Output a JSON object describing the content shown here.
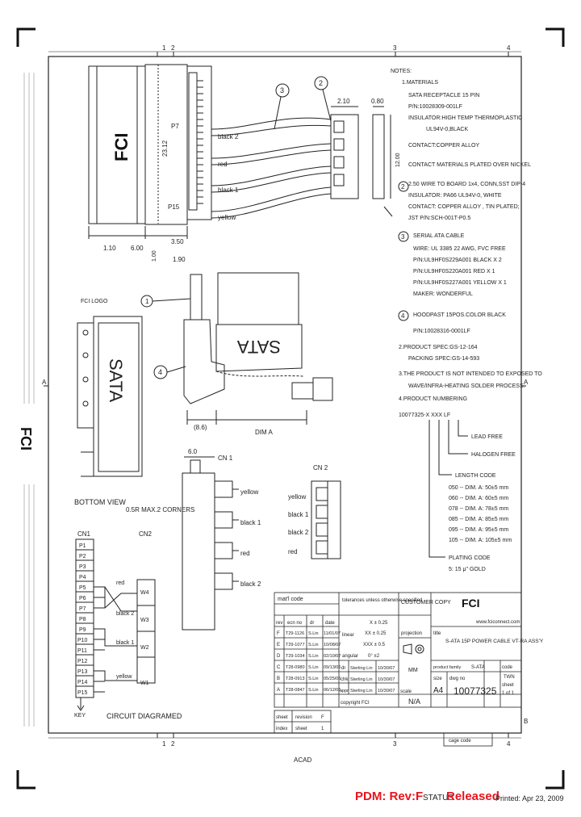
{
  "frame": {
    "cols_top": [
      "1",
      "2",
      "3",
      "4"
    ],
    "cols_bottom": [
      "1",
      "2",
      "3",
      "4"
    ],
    "rows": [
      "A",
      "B"
    ]
  },
  "connector_view": {
    "housing_mark": "FCI",
    "dims": {
      "width": "23.12",
      "w1": "1.10",
      "w2": "6.00",
      "w3": "3.50",
      "w4": "1.90",
      "w5": "1.00",
      "w6": "(8.6)",
      "w7": "6.0",
      "dima": "DIM A"
    },
    "pins": {
      "p7": "P7",
      "p15": "P15"
    },
    "wire_labels": [
      "black 2",
      "red",
      "black 1",
      "yellow"
    ],
    "balloons": [
      "1",
      "2",
      "3",
      "4"
    ],
    "fci_logo": "FCI LOGO",
    "plug_text": "SATA",
    "bottom_view": "BOTTOM VIEW",
    "corner_note": "0.5R MAX.2 CORNERS",
    "small_dims": [
      "2.10",
      "0.80",
      "12.00"
    ],
    "cn1": "CN 1",
    "cn2": "CN 2",
    "cn1_wires": [
      "yellow",
      "black 1",
      "red",
      "black 2"
    ],
    "cn2_wires": [
      "yellow",
      "black 1",
      "black 2",
      "red"
    ]
  },
  "notes": {
    "heading": "NOTES:",
    "lines": [
      "1.MATERIALS",
      "SATA RECEPTACLE 15 PIN",
      "P/N:10028309-001LF",
      "INSULATOR:HIGH TEMP THERMOPLASTIC",
      "UL94V-0,BLACK",
      "CONTACT:COPPER ALLOY",
      "CONTACT MATERIALS PLATED OVER NICKEL",
      "2.50 WIRE TO BOARD 1x4, CONN,SST DIP-4",
      "INSULATOR: PA66 UL94V-0, WHITE",
      "CONTACT: COPPER ALLOY , TIN PLATED;",
      "JST P/N:SCH-001T-P0.5",
      "SERIAL ATA CABLE",
      "WIRE: UL 3385 22 AWG, FVC FREE",
      "P/N:UL9HF0S229A001 BLACK X 2",
      "P/N:UL9HF0S220A001 RED X 1",
      "P/N:UL9HF0S227A001 YELLOW X 1",
      "MAKER: WONDERFUL",
      "HOODPAST 15POS.COLOR BLACK",
      "P/N:10028316-0001LF",
      "2.PRODUCT SPEC:GS-12-164",
      "PACKING SPEC:GS-14-593",
      "3.THE PRODUCT IS NOT INTENDED TO EXPOSED TO",
      "WAVE/INFRA-HEATING SOLDER PROCESS.",
      "4.PRODUCT NUMBERING"
    ],
    "pn_code": "10077325-X XXX LF",
    "lead_free": "LEAD FREE",
    "halogen": "HALOGEN FREE",
    "length_code_title": "LENGTH CODE",
    "length_codes": [
      "050 -- DIM. A: 50±5 mm",
      "060 -- DIM. A: 60±5 mm",
      "078 -- DIM. A: 78±5 mm",
      "085 -- DIM. A: 85±5 mm",
      "095 -- DIM. A: 95±5 mm",
      "105 -- DIM. A: 105±5 mm"
    ],
    "plating_code": "PLATING CODE",
    "plating_value": "5: 15 μ\" GOLD"
  },
  "circuit": {
    "cn1": "CN1",
    "cn2": "CN2",
    "pins": [
      "P1",
      "P2",
      "P3",
      "P4",
      "P5",
      "P6",
      "P7",
      "P8",
      "P9",
      "P10",
      "P11",
      "P12",
      "P13",
      "P14",
      "P15"
    ],
    "w_labels": [
      "W4",
      "W3",
      "W2",
      "W1"
    ],
    "wire_names": [
      "red",
      "black 2",
      "black 1",
      "yellow"
    ],
    "key": "KEY",
    "title": "CIRCUIT DIAGRAMED"
  },
  "title_block": {
    "material_code": "mat'l code",
    "tolerance": "tolerances unless otherwise specified",
    "customer": "CUSTOMER COPY",
    "website": "www.fciconnect.com",
    "tol_values": [
      "X ± 0.25",
      "XX ± 0.25",
      "XXX ± 0.5",
      "0° ±2"
    ],
    "linear": "linear",
    "angular": "angular",
    "projection": "projection",
    "rev_header": [
      "rev",
      "ecn no",
      "dr",
      "date"
    ],
    "revisions": [
      [
        "F",
        "T29-1126",
        "S.Lin",
        "11/01/07"
      ],
      [
        "E",
        "T29-1077",
        "S.Lin",
        "10/08/07"
      ],
      [
        "D",
        "T29-1034",
        "S.Lin",
        "02/10/07"
      ],
      [
        "C",
        "T28-0980",
        "S.Lin",
        "09/13/06"
      ],
      [
        "B",
        "T28-0913",
        "S.Lin",
        "05/25/06"
      ],
      [
        "A",
        "T28-0847",
        "S.Lin",
        "06/12/06"
      ]
    ],
    "sig_labels": [
      "dr",
      "chk",
      "appr"
    ],
    "sig_names": [
      "Sterling Lin",
      "Sterling Lin",
      "Sterling Lin"
    ],
    "sig_dates": [
      "10/30/07",
      "10/30/07",
      "10/30/07"
    ],
    "copyright": "copyright FCI",
    "title_label": "title",
    "title_value": "S-ATA 15P POWER CABLE VT-RA ASS'Y",
    "product_family_label": "product family",
    "product_family": "S-ATA",
    "code_label": "code",
    "code_value": "TWN",
    "size_label": "size",
    "size_value": "A4",
    "dwg_no_label": "dwg no",
    "dwg_no": "10077325",
    "sheet_label": "sheet",
    "sheet_value": "1 of 1",
    "scale_label": "scale",
    "scale_value": "N/A",
    "units_value": "MM",
    "sheet_index_labels": [
      "sheet",
      "index"
    ],
    "revision_label": "revision",
    "revision_value": "F",
    "sheet_label2": "sheet",
    "sheet_value2": "1",
    "cage_code": "cage code"
  },
  "side_mark": "FCI",
  "acad": "ACAD",
  "footer": {
    "pdm": "PDM: Rev:F",
    "status_label": "STATUS",
    "status_value": "Released",
    "printed": "Printed: Apr 23, 2009"
  },
  "colors": {
    "pdm": "#e8131e",
    "line": "#222222"
  }
}
